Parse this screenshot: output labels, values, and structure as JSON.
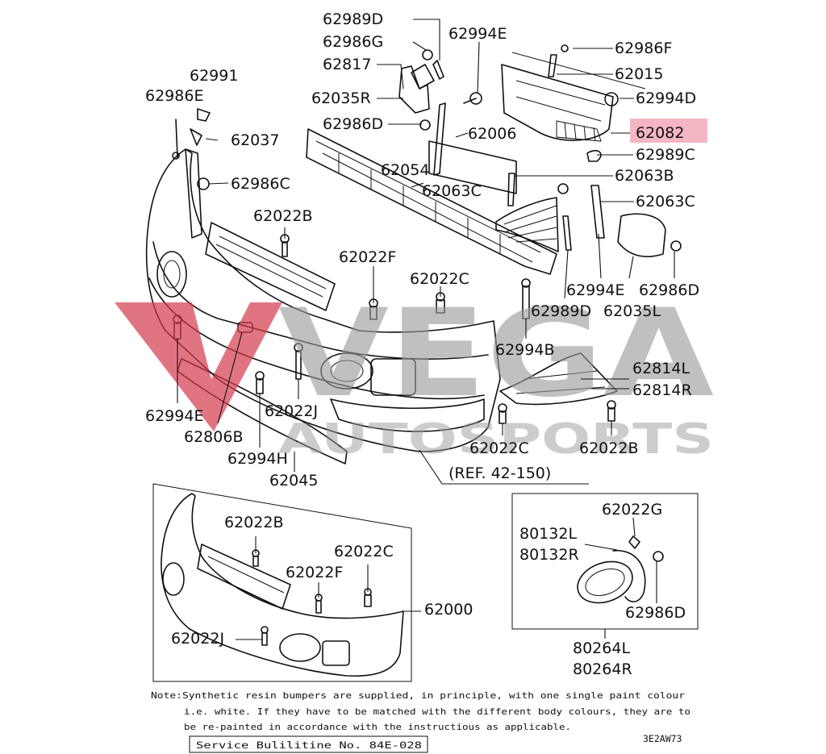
{
  "labels": {
    "l62989D_a": "62989D",
    "l62986G": "62986G",
    "l62817": "62817",
    "l62035R": "62035R",
    "l62986D_a": "62986D",
    "l62994E_a": "62994E",
    "l62986F": "62986F",
    "l62015": "62015",
    "l62994D": "62994D",
    "l62082": "62082",
    "l62989C": "62989C",
    "l62006": "62006",
    "l62063B": "62063B",
    "l62054": "62054",
    "l62063C_a": "62063C",
    "l62063C_b": "62063C",
    "l62991": "62991",
    "l62986E": "62986E",
    "l62037": "62037",
    "l62986C": "62986C",
    "l62022B_a": "62022B",
    "l62022F_a": "62022F",
    "l62022C_a": "62022C",
    "l62994E_b": "62994E",
    "l62986D_b": "62986D",
    "l62989D_b": "62989D",
    "l62035L": "62035L",
    "l62994B": "62994B",
    "l62814L": "62814L",
    "l62814R": "62814R",
    "l62994E_c": "62994E",
    "l62806B": "62806B",
    "l62022J_a": "62022J",
    "l62994H": "62994H",
    "l62045": "62045",
    "l62022C_b": "62022C",
    "l62022B_b": "62022B",
    "ref": "(REF. 42-150)",
    "l62022B_c": "62022B",
    "l62022C_c": "62022C",
    "l62022F_b": "62022F",
    "l62000": "62000",
    "l62022J_b": "62022J",
    "l62022G": "62022G",
    "l80132L": "80132L",
    "l80132R": "80132R",
    "l62986D_c": "62986D",
    "l80264L": "80264L",
    "l80264R": "80264R"
  },
  "note": {
    "line1": "Note:Synthetic resin bumpers are supplied, in principle, with one single paint colour",
    "line2": "i.e. white. If they have to be matched with the different body colours, they are to",
    "line3": "be re-painted in accordance with the instructious as applicable."
  },
  "service_bulletin": "Service Bulilitine No. 84E-028",
  "diagram_code": "3E2AW73",
  "watermark": {
    "word": "VEGA",
    "sub": "AUTOSPORTS"
  },
  "colors": {
    "highlight": "#f4b6c2",
    "watermark_red": "#d23a4a",
    "watermark_grey": "#9a9a9a"
  }
}
